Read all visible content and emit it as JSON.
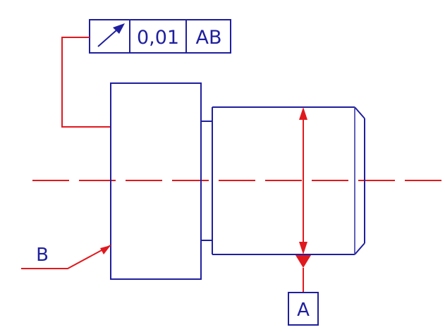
{
  "tolerance_frame": {
    "symbol": "circular-runout",
    "tolerance_value": "0,01",
    "datum_reference": "AB"
  },
  "datums": {
    "a_label": "A",
    "b_label": "B"
  },
  "colors": {
    "outline": "#1f1f9e",
    "annotation": "#e0191e"
  }
}
